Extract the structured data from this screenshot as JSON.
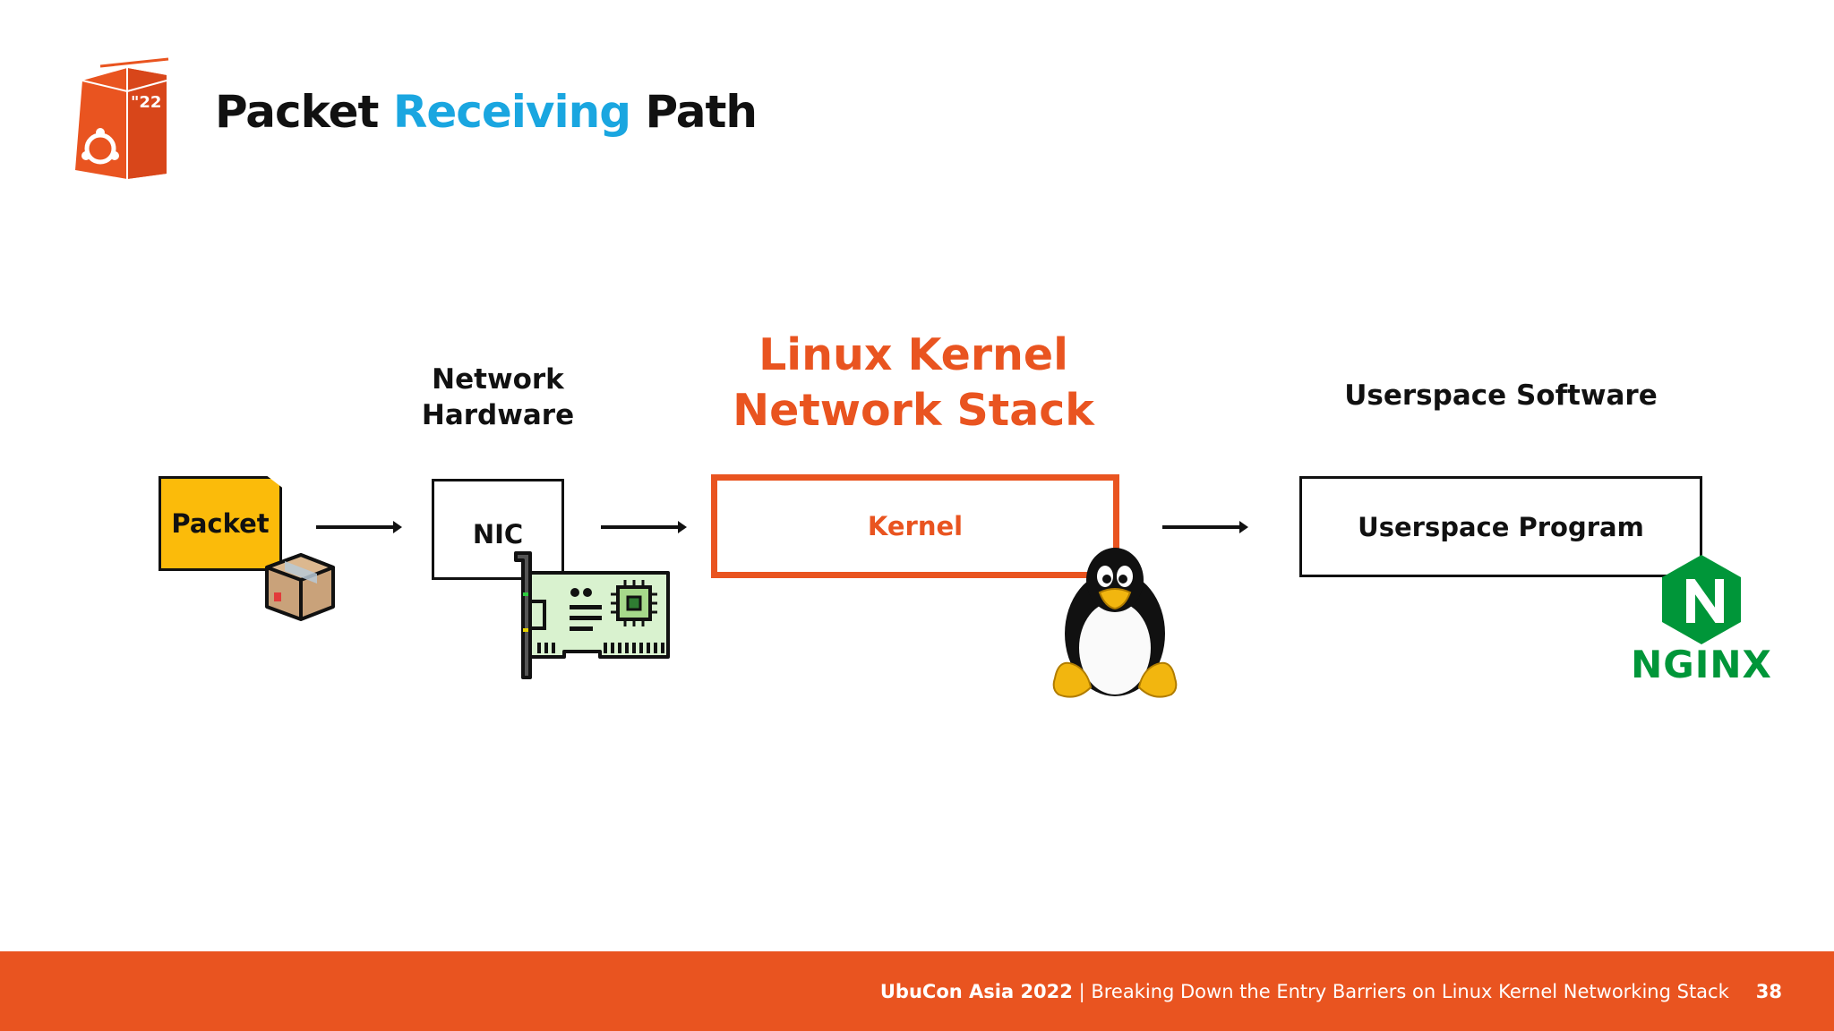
{
  "header": {
    "logo_text": "\"22",
    "title_part1": "Packet",
    "title_accent": "Receiving",
    "title_part3": "Path"
  },
  "diagram": {
    "packet_label": "Packet",
    "nic_heading_line1": "Network",
    "nic_heading_line2": "Hardware",
    "nic_label": "NIC",
    "kernel_heading_line1": "Linux Kernel",
    "kernel_heading_line2": "Network Stack",
    "kernel_label": "Kernel",
    "userspace_heading": "Userspace Software",
    "userspace_label": "Userspace Program",
    "nginx_label": "NGINX"
  },
  "footer": {
    "event": "UbuCon Asia 2022",
    "separator": " | ",
    "talk_title": "Breaking Down the Entry Barriers on Linux Kernel Networking Stack",
    "page_number": "38"
  },
  "colors": {
    "ubuntu_orange": "#e95420",
    "accent_blue": "#1aa6e0",
    "packet_yellow": "#fbbb0a",
    "nginx_green": "#009639"
  }
}
